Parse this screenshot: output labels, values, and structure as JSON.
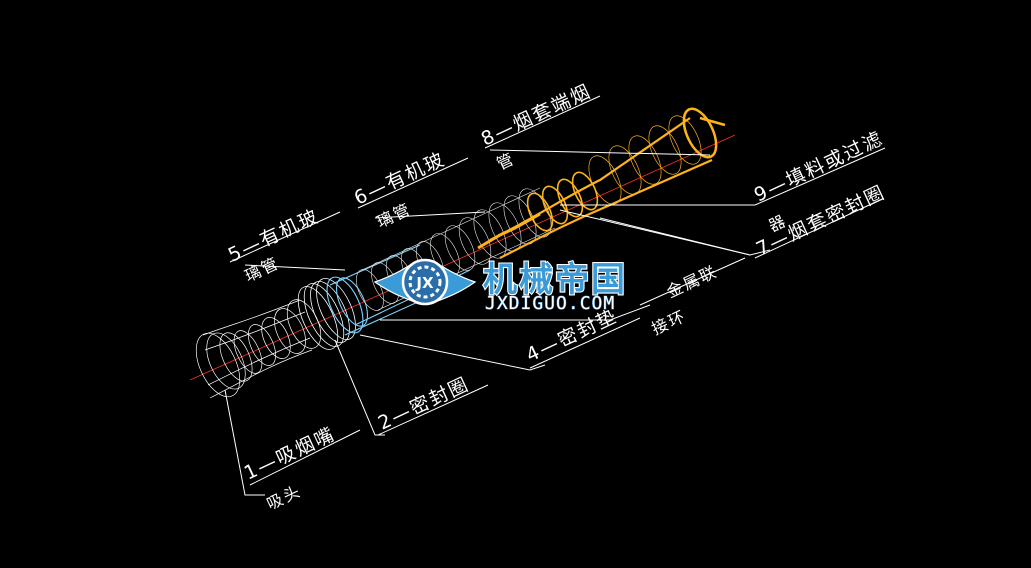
{
  "labels": {
    "l1_line1": "1—吸烟嘴",
    "l1_line2": "吸头",
    "l2": "2—密封圈",
    "l4": "4—密封垫",
    "l3_line1": "金属联",
    "l3_line2": "接环",
    "l5_line1": "5—有机玻",
    "l5_line2": "璃管",
    "l6_line1": "6—有机玻",
    "l6_line2": "璃管",
    "l8_line1": "8—烟套端烟",
    "l8_line2": "管",
    "l9_line1": "9—填料或过滤",
    "l9_line2": "器",
    "l7": "7—烟套密封圈"
  },
  "watermark": {
    "text_cn": "机械帝国",
    "text_en": "JXDIGUO.COM",
    "logo_letters": "JX"
  },
  "colors": {
    "background": "#000000",
    "wireframe": "#ffffff",
    "tube_blue": "#7fd4ff",
    "tube_orange": "#ffb31a",
    "axis_red": "#ff3030",
    "watermark_blue": "#3a9bd8"
  }
}
